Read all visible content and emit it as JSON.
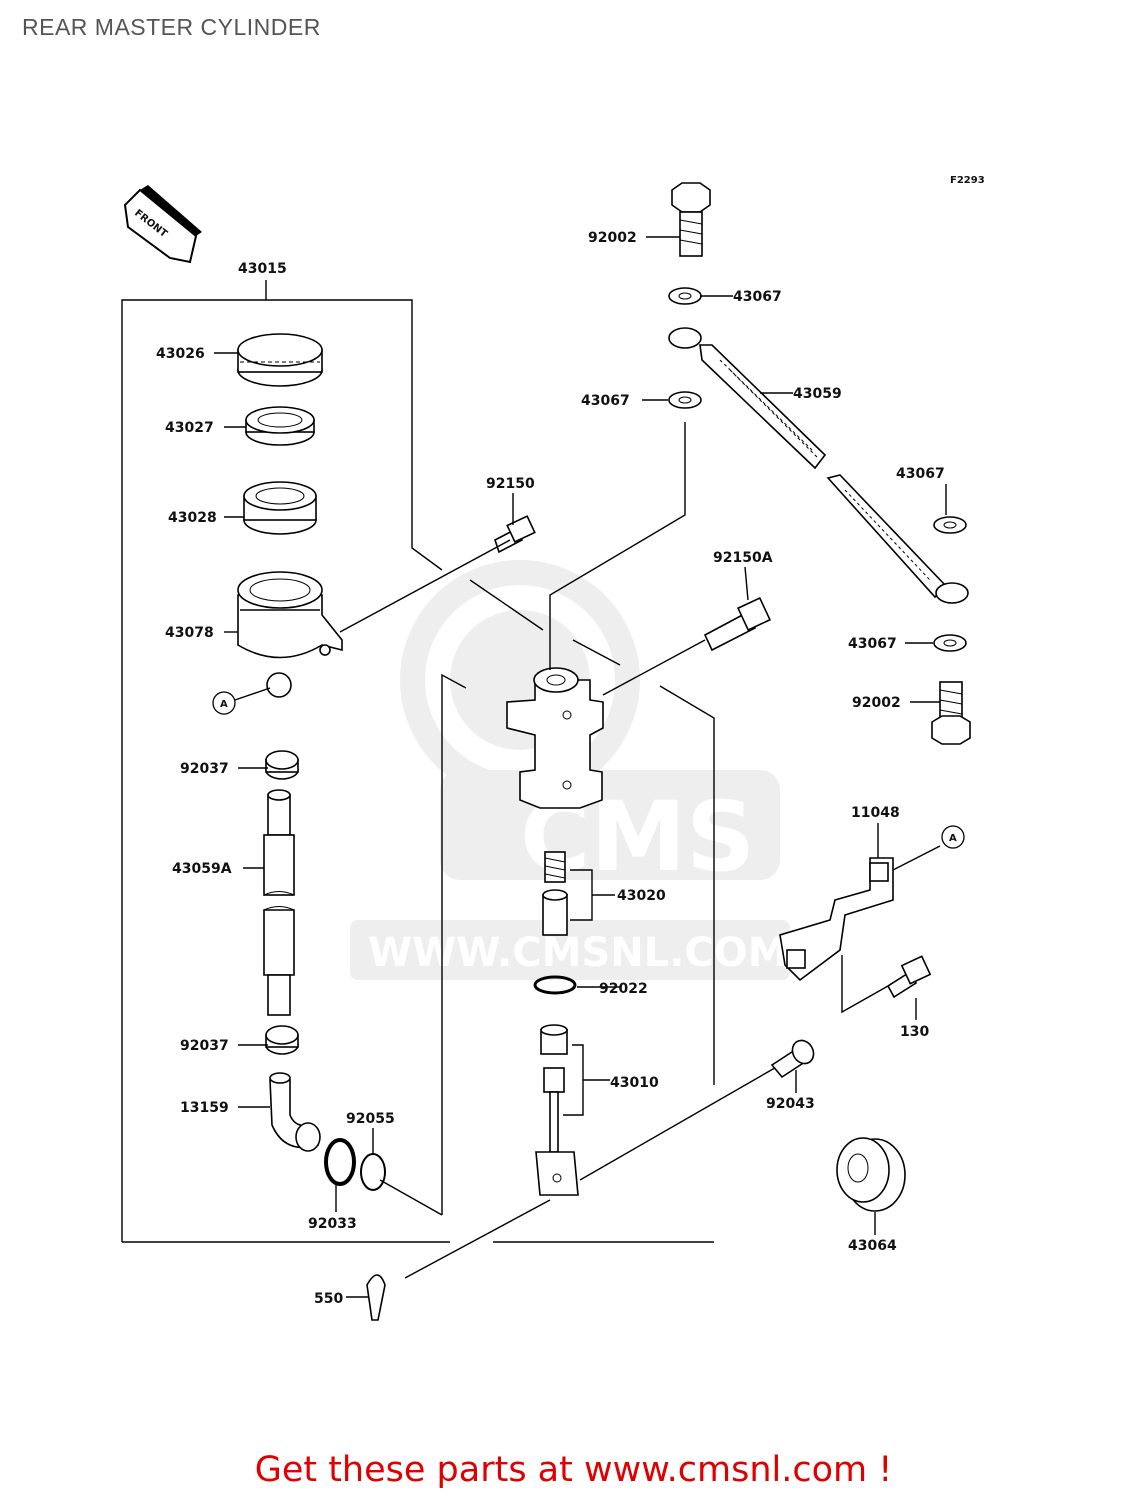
{
  "page": {
    "title": "REAR MASTER CYLINDER",
    "figure_code": "F2293",
    "front_label": "FRONT",
    "ref_marker": "A",
    "watermark_text": "WWW.CMSNL.COM",
    "watermark_logo": "CMS",
    "cta": "Get these parts at www.cmsnl.com !"
  },
  "labels": {
    "l43015": "43015",
    "l43026": "43026",
    "l43027": "43027",
    "l43028": "43028",
    "l43078": "43078",
    "l92037a": "92037",
    "l43059A": "43059A",
    "l92037b": "92037",
    "l13159": "13159",
    "l92055": "92055",
    "l92033": "92033",
    "l550": "550",
    "l92150": "92150",
    "l92150A": "92150A",
    "l43020": "43020",
    "l92022": "92022",
    "l43010": "43010",
    "l92002a": "92002",
    "l43067a": "43067",
    "l43067b": "43067",
    "l43059": "43059",
    "l43067c": "43067",
    "l43067d": "43067",
    "l92002b": "92002",
    "l11048": "11048",
    "l130": "130",
    "l92043": "92043",
    "l43064": "43064"
  }
}
